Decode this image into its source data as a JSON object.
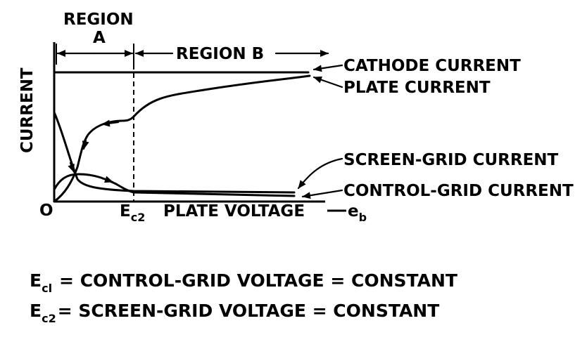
{
  "diagram": {
    "region_a_line1": "REGION",
    "region_a_line2": "A",
    "region_b": "REGION B",
    "y_axis_label": "CURRENT",
    "origin_label": "O",
    "x_axis_marker": "E",
    "x_axis_marker_sub": "c2",
    "x_axis_label": "PLATE VOLTAGE",
    "x_axis_var": "e",
    "x_axis_var_sub": "b",
    "curves": {
      "cathode": "CATHODE CURRENT",
      "plate": "PLATE CURRENT",
      "screen_grid": "SCREEN-GRID CURRENT",
      "control_grid": "CONTROL-GRID CURRENT"
    }
  },
  "legend": {
    "ec1_sym": "E",
    "ec1_sub": "cl",
    "ec1_text": "= CONTROL-GRID VOLTAGE = CONSTANT",
    "ec2_sym": "E",
    "ec2_sub": "c2",
    "ec2_text": "= SCREEN-GRID VOLTAGE = CONSTANT"
  }
}
